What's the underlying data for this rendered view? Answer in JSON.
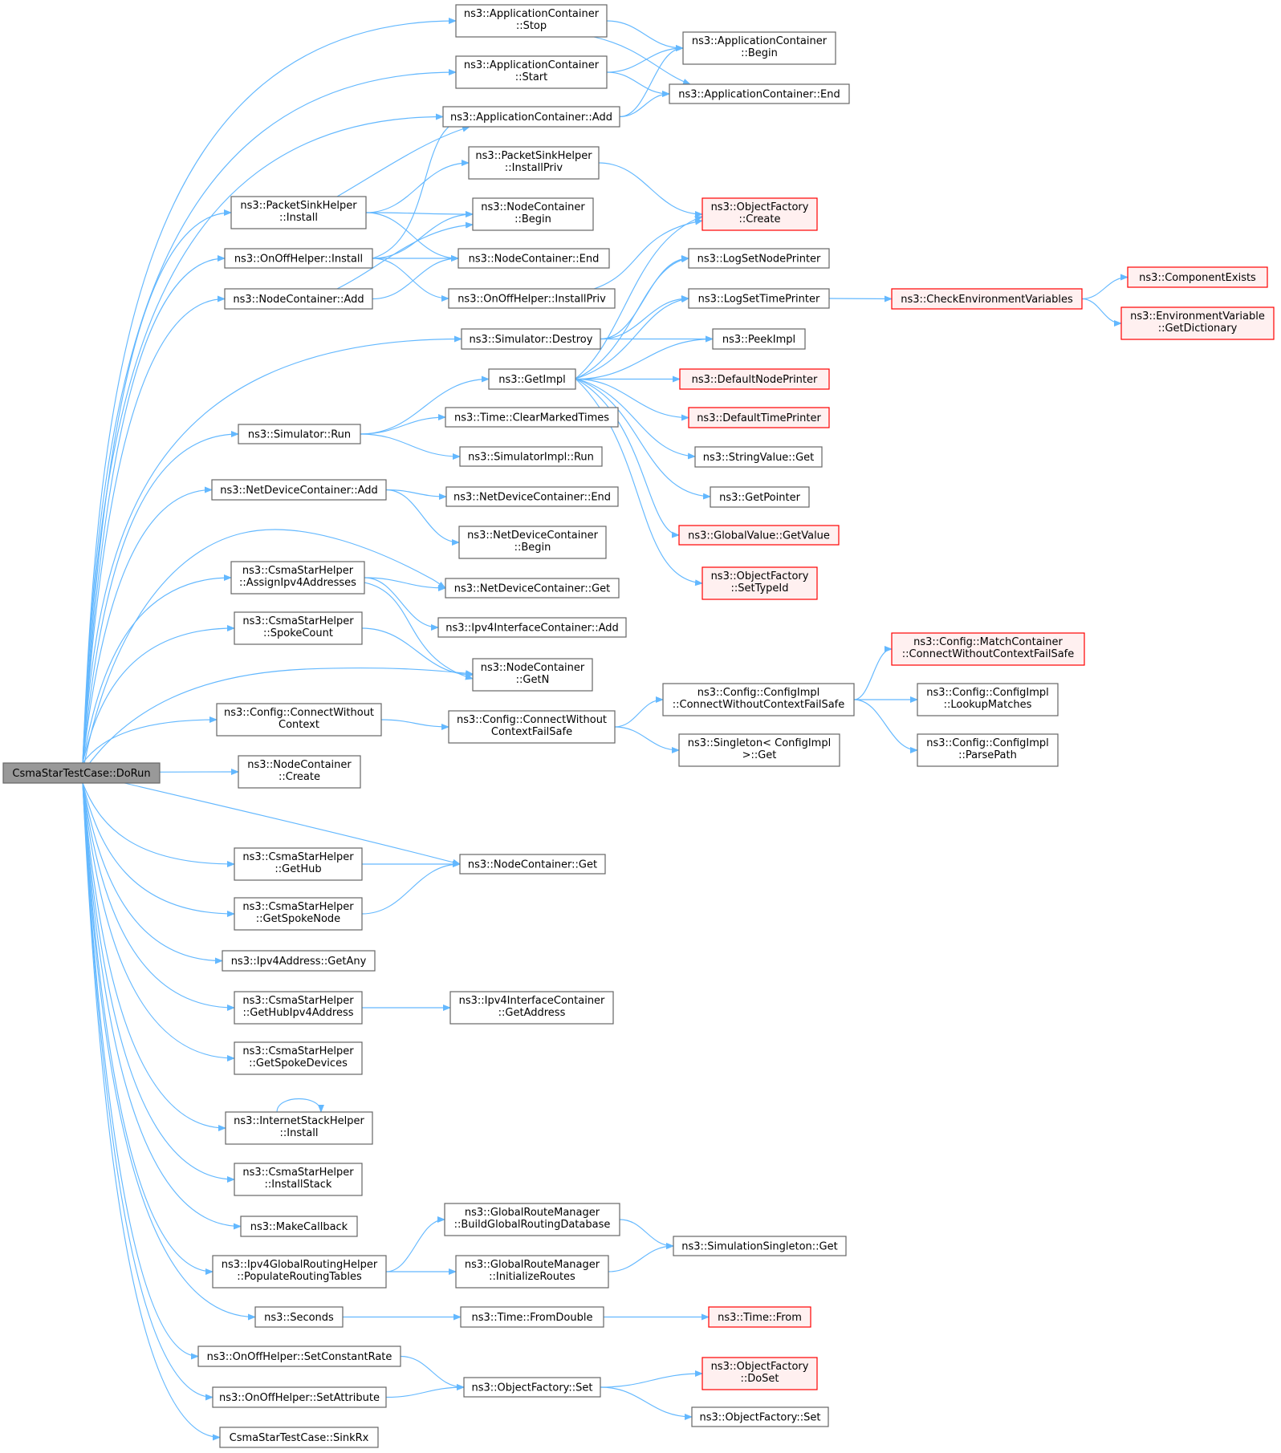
{
  "graph": {
    "root_id": "root",
    "nodes": [
      {
        "id": "root",
        "lines": [
          "CsmaStarTestCase::DoRun"
        ],
        "style": "root"
      },
      {
        "id": "ac_stop",
        "lines": [
          "ns3::ApplicationContainer",
          "::Stop"
        ],
        "style": "normal"
      },
      {
        "id": "ac_begin",
        "lines": [
          "ns3::ApplicationContainer",
          "::Begin"
        ],
        "style": "normal"
      },
      {
        "id": "ac_start",
        "lines": [
          "ns3::ApplicationContainer",
          "::Start"
        ],
        "style": "normal"
      },
      {
        "id": "ac_end",
        "lines": [
          "ns3::ApplicationContainer::End"
        ],
        "style": "normal"
      },
      {
        "id": "ac_add",
        "lines": [
          "ns3::ApplicationContainer::Add"
        ],
        "style": "normal"
      },
      {
        "id": "psh_installpriv",
        "lines": [
          "ns3::PacketSinkHelper",
          "::InstallPriv"
        ],
        "style": "normal"
      },
      {
        "id": "psh_install",
        "lines": [
          "ns3::PacketSinkHelper",
          "::Install"
        ],
        "style": "normal"
      },
      {
        "id": "nc_begin",
        "lines": [
          "ns3::NodeContainer",
          "::Begin"
        ],
        "style": "normal"
      },
      {
        "id": "of_create",
        "lines": [
          "ns3::ObjectFactory",
          "::Create"
        ],
        "style": "warning"
      },
      {
        "id": "onoff_install",
        "lines": [
          "ns3::OnOffHelper::Install"
        ],
        "style": "normal"
      },
      {
        "id": "nc_end",
        "lines": [
          "ns3::NodeContainer::End"
        ],
        "style": "normal"
      },
      {
        "id": "log_node",
        "lines": [
          "ns3::LogSetNodePrinter"
        ],
        "style": "normal"
      },
      {
        "id": "nc_add",
        "lines": [
          "ns3::NodeContainer::Add"
        ],
        "style": "normal"
      },
      {
        "id": "onoff_installpriv",
        "lines": [
          "ns3::OnOffHelper::InstallPriv"
        ],
        "style": "normal"
      },
      {
        "id": "log_time",
        "lines": [
          "ns3::LogSetTimePrinter"
        ],
        "style": "normal"
      },
      {
        "id": "check_env",
        "lines": [
          "ns3::CheckEnvironmentVariables"
        ],
        "style": "warning"
      },
      {
        "id": "comp_exists",
        "lines": [
          "ns3::ComponentExists"
        ],
        "style": "warning"
      },
      {
        "id": "env_getdict",
        "lines": [
          "ns3::EnvironmentVariable",
          "::GetDictionary"
        ],
        "style": "warning"
      },
      {
        "id": "sim_destroy",
        "lines": [
          "ns3::Simulator::Destroy"
        ],
        "style": "normal"
      },
      {
        "id": "peekimpl",
        "lines": [
          "ns3::PeekImpl"
        ],
        "style": "normal"
      },
      {
        "id": "getimpl",
        "lines": [
          "ns3::GetImpl"
        ],
        "style": "normal"
      },
      {
        "id": "def_node_printer",
        "lines": [
          "ns3::DefaultNodePrinter"
        ],
        "style": "warning"
      },
      {
        "id": "def_time_printer",
        "lines": [
          "ns3::DefaultTimePrinter"
        ],
        "style": "warning"
      },
      {
        "id": "sim_run",
        "lines": [
          "ns3::Simulator::Run"
        ],
        "style": "normal"
      },
      {
        "id": "time_clear",
        "lines": [
          "ns3::Time::ClearMarkedTimes"
        ],
        "style": "normal"
      },
      {
        "id": "stringvalue_get",
        "lines": [
          "ns3::StringValue::Get"
        ],
        "style": "normal"
      },
      {
        "id": "simimpl_run",
        "lines": [
          "ns3::SimulatorImpl::Run"
        ],
        "style": "normal"
      },
      {
        "id": "ndc_add",
        "lines": [
          "ns3::NetDeviceContainer::Add"
        ],
        "style": "normal"
      },
      {
        "id": "ndc_end",
        "lines": [
          "ns3::NetDeviceContainer::End"
        ],
        "style": "normal"
      },
      {
        "id": "getpointer",
        "lines": [
          "ns3::GetPointer"
        ],
        "style": "normal"
      },
      {
        "id": "gv_getvalue",
        "lines": [
          "ns3::GlobalValue::GetValue"
        ],
        "style": "warning"
      },
      {
        "id": "ndc_begin",
        "lines": [
          "ns3::NetDeviceContainer",
          "::Begin"
        ],
        "style": "normal"
      },
      {
        "id": "csh_assign",
        "lines": [
          "ns3::CsmaStarHelper",
          "::AssignIpv4Addresses"
        ],
        "style": "normal"
      },
      {
        "id": "ndc_get",
        "lines": [
          "ns3::NetDeviceContainer::Get"
        ],
        "style": "normal"
      },
      {
        "id": "of_settypeid",
        "lines": [
          "ns3::ObjectFactory",
          "::SetTypeId"
        ],
        "style": "warning"
      },
      {
        "id": "csh_spokecount",
        "lines": [
          "ns3::CsmaStarHelper",
          "::SpokeCount"
        ],
        "style": "normal"
      },
      {
        "id": "ipv4ic_add",
        "lines": [
          "ns3::Ipv4InterfaceContainer::Add"
        ],
        "style": "normal"
      },
      {
        "id": "cfg_match",
        "lines": [
          "ns3::Config::MatchContainer",
          "::ConnectWithoutContextFailSafe"
        ],
        "style": "warning"
      },
      {
        "id": "nc_getn",
        "lines": [
          "ns3::NodeContainer",
          "::GetN"
        ],
        "style": "normal"
      },
      {
        "id": "cfg_impl_cwcfs",
        "lines": [
          "ns3::Config::ConfigImpl",
          "::ConnectWithoutContextFailSafe"
        ],
        "style": "normal"
      },
      {
        "id": "cfg_lookup",
        "lines": [
          "ns3::Config::ConfigImpl",
          "::LookupMatches"
        ],
        "style": "normal"
      },
      {
        "id": "cfg_cwc",
        "lines": [
          "ns3::Config::ConnectWithout",
          "Context"
        ],
        "style": "normal"
      },
      {
        "id": "cfg_cwcfs",
        "lines": [
          "ns3::Config::ConnectWithout",
          "ContextFailSafe"
        ],
        "style": "normal"
      },
      {
        "id": "singleton_get",
        "lines": [
          "ns3::Singleton< ConfigImpl",
          ">::Get"
        ],
        "style": "normal"
      },
      {
        "id": "cfg_parsepath",
        "lines": [
          "ns3::Config::ConfigImpl",
          "::ParsePath"
        ],
        "style": "normal"
      },
      {
        "id": "nc_create",
        "lines": [
          "ns3::NodeContainer",
          "::Create"
        ],
        "style": "normal"
      },
      {
        "id": "csh_gethub",
        "lines": [
          "ns3::CsmaStarHelper",
          "::GetHub"
        ],
        "style": "normal"
      },
      {
        "id": "nc_get",
        "lines": [
          "ns3::NodeContainer::Get"
        ],
        "style": "normal"
      },
      {
        "id": "csh_getspokenode",
        "lines": [
          "ns3::CsmaStarHelper",
          "::GetSpokeNode"
        ],
        "style": "normal"
      },
      {
        "id": "ipv4_getany",
        "lines": [
          "ns3::Ipv4Address::GetAny"
        ],
        "style": "normal"
      },
      {
        "id": "csh_gethubipv4",
        "lines": [
          "ns3::CsmaStarHelper",
          "::GetHubIpv4Address"
        ],
        "style": "normal"
      },
      {
        "id": "ipv4ic_getaddr",
        "lines": [
          "ns3::Ipv4InterfaceContainer",
          "::GetAddress"
        ],
        "style": "normal"
      },
      {
        "id": "csh_getspokedev",
        "lines": [
          "ns3::CsmaStarHelper",
          "::GetSpokeDevices"
        ],
        "style": "normal"
      },
      {
        "id": "ish_install",
        "lines": [
          "ns3::InternetStackHelper",
          "::Install"
        ],
        "style": "normal"
      },
      {
        "id": "csh_installstack",
        "lines": [
          "ns3::CsmaStarHelper",
          "::InstallStack"
        ],
        "style": "normal"
      },
      {
        "id": "makecallback",
        "lines": [
          "ns3::MakeCallback"
        ],
        "style": "normal"
      },
      {
        "id": "grm_build",
        "lines": [
          "ns3::GlobalRouteManager",
          "::BuildGlobalRoutingDatabase"
        ],
        "style": "normal"
      },
      {
        "id": "simsingleton_get",
        "lines": [
          "ns3::SimulationSingleton::Get"
        ],
        "style": "normal"
      },
      {
        "id": "igrh_populate",
        "lines": [
          "ns3::Ipv4GlobalRoutingHelper",
          "::PopulateRoutingTables"
        ],
        "style": "normal"
      },
      {
        "id": "grm_init",
        "lines": [
          "ns3::GlobalRouteManager",
          "::InitializeRoutes"
        ],
        "style": "normal"
      },
      {
        "id": "seconds",
        "lines": [
          "ns3::Seconds"
        ],
        "style": "normal"
      },
      {
        "id": "time_fromdouble",
        "lines": [
          "ns3::Time::FromDouble"
        ],
        "style": "normal"
      },
      {
        "id": "time_from",
        "lines": [
          "ns3::Time::From"
        ],
        "style": "warning"
      },
      {
        "id": "onoff_setrate",
        "lines": [
          "ns3::OnOffHelper::SetConstantRate"
        ],
        "style": "normal"
      },
      {
        "id": "of_doset",
        "lines": [
          "ns3::ObjectFactory",
          "::DoSet"
        ],
        "style": "warning"
      },
      {
        "id": "onoff_setattr",
        "lines": [
          "ns3::OnOffHelper::SetAttribute"
        ],
        "style": "normal"
      },
      {
        "id": "of_set",
        "lines": [
          "ns3::ObjectFactory::Set"
        ],
        "style": "normal"
      },
      {
        "id": "of_set2",
        "lines": [
          "ns3::ObjectFactory::Set"
        ],
        "style": "normal"
      },
      {
        "id": "sinkrx",
        "lines": [
          "CsmaStarTestCase::SinkRx"
        ],
        "style": "normal"
      }
    ],
    "edges": [
      [
        "root",
        "ac_stop"
      ],
      [
        "root",
        "ac_start"
      ],
      [
        "root",
        "ac_add"
      ],
      [
        "root",
        "psh_install"
      ],
      [
        "root",
        "onoff_install"
      ],
      [
        "root",
        "nc_add"
      ],
      [
        "root",
        "sim_destroy"
      ],
      [
        "root",
        "sim_run"
      ],
      [
        "root",
        "ndc_add"
      ],
      [
        "root",
        "ndc_get"
      ],
      [
        "root",
        "csh_assign"
      ],
      [
        "root",
        "csh_spokecount"
      ],
      [
        "root",
        "nc_getn"
      ],
      [
        "root",
        "cfg_cwc"
      ],
      [
        "root",
        "nc_create"
      ],
      [
        "root",
        "nc_get"
      ],
      [
        "root",
        "csh_gethub"
      ],
      [
        "root",
        "csh_getspokenode"
      ],
      [
        "root",
        "ipv4_getany"
      ],
      [
        "root",
        "csh_gethubipv4"
      ],
      [
        "root",
        "csh_getspokedev"
      ],
      [
        "root",
        "ish_install"
      ],
      [
        "root",
        "csh_installstack"
      ],
      [
        "root",
        "makecallback"
      ],
      [
        "root",
        "igrh_populate"
      ],
      [
        "root",
        "seconds"
      ],
      [
        "root",
        "onoff_setrate"
      ],
      [
        "root",
        "onoff_setattr"
      ],
      [
        "root",
        "sinkrx"
      ],
      [
        "ac_stop",
        "ac_begin"
      ],
      [
        "ac_stop",
        "ac_end"
      ],
      [
        "ac_start",
        "ac_begin"
      ],
      [
        "ac_start",
        "ac_end"
      ],
      [
        "ac_add",
        "ac_begin"
      ],
      [
        "ac_add",
        "ac_end"
      ],
      [
        "psh_install",
        "ac_add"
      ],
      [
        "psh_install",
        "psh_installpriv"
      ],
      [
        "psh_install",
        "nc_begin"
      ],
      [
        "psh_install",
        "nc_end"
      ],
      [
        "psh_installpriv",
        "of_create"
      ],
      [
        "onoff_install",
        "ac_add"
      ],
      [
        "onoff_install",
        "nc_begin"
      ],
      [
        "onoff_install",
        "nc_end"
      ],
      [
        "onoff_install",
        "onoff_installpriv"
      ],
      [
        "onoff_installpriv",
        "of_create"
      ],
      [
        "nc_add",
        "nc_begin"
      ],
      [
        "nc_add",
        "nc_end"
      ],
      [
        "sim_destroy",
        "log_node"
      ],
      [
        "sim_destroy",
        "log_time"
      ],
      [
        "sim_destroy",
        "peekimpl"
      ],
      [
        "log_time",
        "check_env"
      ],
      [
        "check_env",
        "comp_exists"
      ],
      [
        "check_env",
        "env_getdict"
      ],
      [
        "sim_run",
        "getimpl"
      ],
      [
        "sim_run",
        "time_clear"
      ],
      [
        "sim_run",
        "simimpl_run"
      ],
      [
        "getimpl",
        "of_create"
      ],
      [
        "getimpl",
        "log_node"
      ],
      [
        "getimpl",
        "log_time"
      ],
      [
        "getimpl",
        "peekimpl"
      ],
      [
        "getimpl",
        "def_node_printer"
      ],
      [
        "getimpl",
        "def_time_printer"
      ],
      [
        "getimpl",
        "stringvalue_get"
      ],
      [
        "getimpl",
        "getpointer"
      ],
      [
        "getimpl",
        "gv_getvalue"
      ],
      [
        "getimpl",
        "of_settypeid"
      ],
      [
        "ndc_add",
        "ndc_end"
      ],
      [
        "ndc_add",
        "ndc_begin"
      ],
      [
        "csh_assign",
        "ndc_get"
      ],
      [
        "csh_assign",
        "ipv4ic_add"
      ],
      [
        "csh_assign",
        "nc_getn"
      ],
      [
        "csh_spokecount",
        "nc_getn"
      ],
      [
        "cfg_cwc",
        "cfg_cwcfs"
      ],
      [
        "cfg_cwcfs",
        "cfg_impl_cwcfs"
      ],
      [
        "cfg_cwcfs",
        "singleton_get"
      ],
      [
        "cfg_impl_cwcfs",
        "cfg_match"
      ],
      [
        "cfg_impl_cwcfs",
        "cfg_lookup"
      ],
      [
        "cfg_impl_cwcfs",
        "cfg_parsepath"
      ],
      [
        "csh_gethub",
        "nc_get"
      ],
      [
        "csh_getspokenode",
        "nc_get"
      ],
      [
        "csh_gethubipv4",
        "ipv4ic_getaddr"
      ],
      [
        "ish_install",
        "ish_install"
      ],
      [
        "igrh_populate",
        "grm_build"
      ],
      [
        "igrh_populate",
        "grm_init"
      ],
      [
        "grm_build",
        "simsingleton_get"
      ],
      [
        "grm_init",
        "simsingleton_get"
      ],
      [
        "seconds",
        "time_fromdouble"
      ],
      [
        "time_fromdouble",
        "time_from"
      ],
      [
        "onoff_setrate",
        "of_set"
      ],
      [
        "onoff_setattr",
        "of_set"
      ],
      [
        "of_set",
        "of_doset"
      ],
      [
        "of_set",
        "of_set2"
      ]
    ]
  },
  "colors": {
    "edge": "#63b8ff",
    "node_fill": "#ffffff",
    "node_border": "#666666",
    "root_fill": "#999999",
    "root_border": "#666666",
    "warning_fill": "#fff0f0",
    "warning_border": "#ff0000"
  }
}
